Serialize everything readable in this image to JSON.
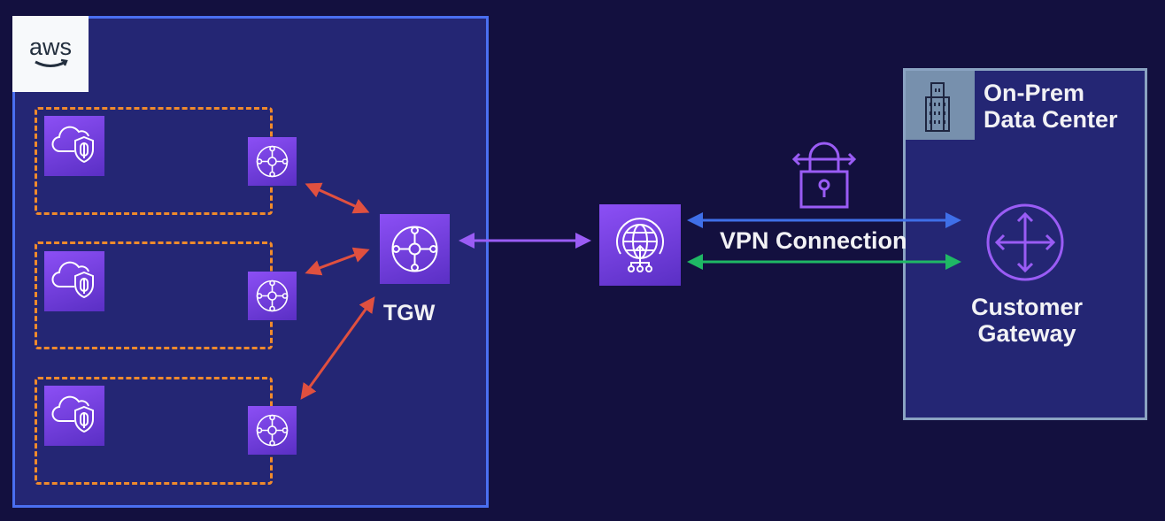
{
  "aws": {
    "logo_text": "aws",
    "icon": "aws-logo"
  },
  "vpcs": [
    {
      "icon": "cloud-shield-icon",
      "attachment_icon": "transit-gateway-attachment-icon"
    },
    {
      "icon": "cloud-shield-icon",
      "attachment_icon": "transit-gateway-attachment-icon"
    },
    {
      "icon": "cloud-shield-icon",
      "attachment_icon": "transit-gateway-attachment-icon"
    }
  ],
  "tgw": {
    "label": "TGW",
    "icon": "transit-gateway-icon"
  },
  "vpn_gateway": {
    "icon": "vpn-gateway-icon"
  },
  "vpn": {
    "label": "VPN Connection",
    "icon": "lock-icon"
  },
  "onprem": {
    "title_line1": "On-Prem",
    "title_line2": "Data Center",
    "icon": "building-icon"
  },
  "customer_gateway": {
    "line1": "Customer",
    "line2": "Gateway",
    "icon": "router-icon"
  },
  "colors": {
    "background": "#13103f",
    "aws_border": "#4a6ff0",
    "vpc_border": "#f08a2c",
    "arrow_red": "#e0503f",
    "arrow_purple": "#9a5cf5",
    "tunnel_blue": "#3f6fe8",
    "tunnel_green": "#1fb865"
  }
}
